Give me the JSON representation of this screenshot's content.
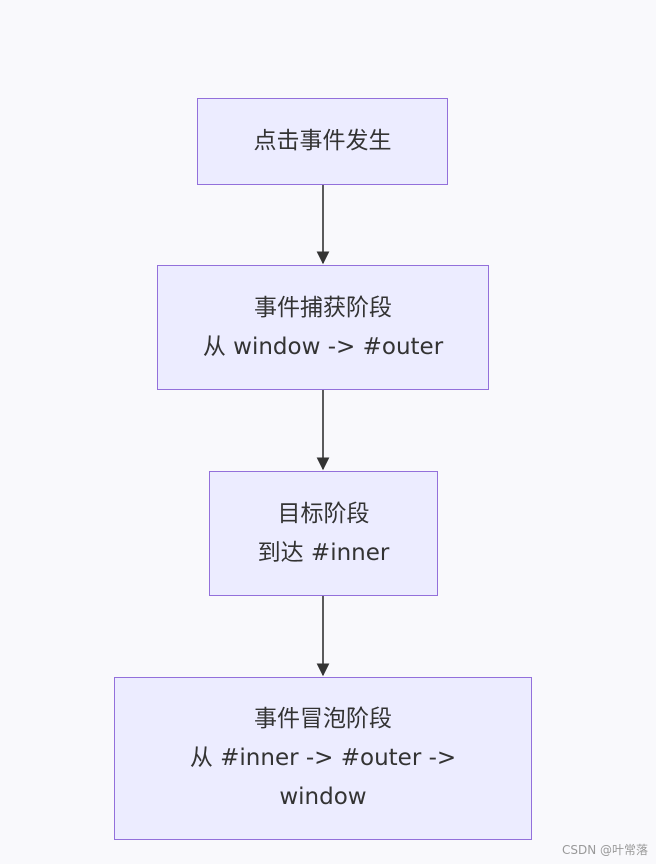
{
  "nodes": [
    {
      "id": "event-occurs",
      "lines": [
        "点击事件发生"
      ]
    },
    {
      "id": "capture-phase",
      "lines": [
        "事件捕获阶段",
        "从 window -> #outer"
      ]
    },
    {
      "id": "target-phase",
      "lines": [
        "目标阶段",
        "到达 #inner"
      ]
    },
    {
      "id": "bubble-phase",
      "lines": [
        "事件冒泡阶段",
        "从 #inner -> #outer ->",
        "window"
      ]
    }
  ],
  "colors": {
    "node_fill": "#ececff",
    "node_border": "#9370db",
    "edge": "#333333",
    "background": "#f9f9fc"
  },
  "watermark": "CSDN @叶常落"
}
